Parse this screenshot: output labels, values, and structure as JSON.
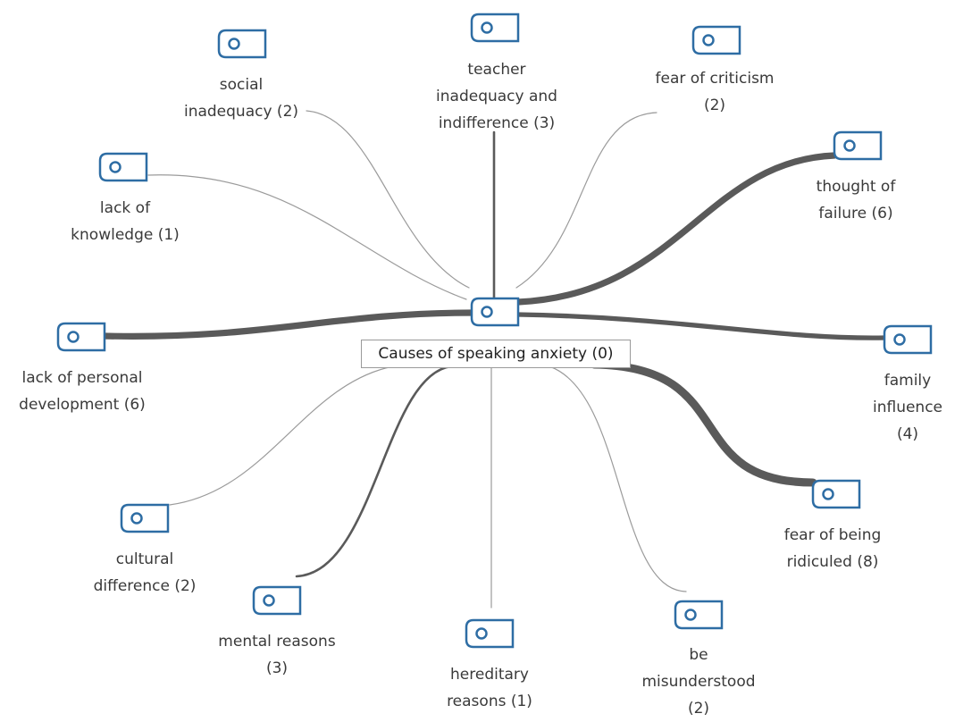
{
  "diagram": {
    "center": {
      "label": "Causes of speaking anxiety (0)",
      "icon": "code-node-icon"
    },
    "nodes": [
      {
        "id": "teacher",
        "label": "teacher\ninadequacy and\nindifference (3)",
        "weight": 3,
        "icon": "code-node-icon"
      },
      {
        "id": "social",
        "label": "social\ninadequacy (2)",
        "weight": 2,
        "icon": "code-node-icon"
      },
      {
        "id": "criticism",
        "label": "fear of criticism\n(2)",
        "weight": 2,
        "icon": "code-node-icon"
      },
      {
        "id": "knowledge",
        "label": "lack of\nknowledge (1)",
        "weight": 1,
        "icon": "code-node-icon"
      },
      {
        "id": "failure",
        "label": "thought of\nfailure (6)",
        "weight": 6,
        "icon": "code-node-icon"
      },
      {
        "id": "personal",
        "label": "lack of personal\ndevelopment (6)",
        "weight": 6,
        "icon": "code-node-icon"
      },
      {
        "id": "family",
        "label": "family influence\n(4)",
        "weight": 4,
        "icon": "code-node-icon"
      },
      {
        "id": "ridiculed",
        "label": "fear of being\nridiculed (8)",
        "weight": 8,
        "icon": "code-node-icon"
      },
      {
        "id": "cultural",
        "label": "cultural\ndifference (2)",
        "weight": 2,
        "icon": "code-node-icon"
      },
      {
        "id": "mental",
        "label": "mental reasons\n(3)",
        "weight": 3,
        "icon": "code-node-icon"
      },
      {
        "id": "hereditary",
        "label": "hereditary\nreasons (1)",
        "weight": 1,
        "icon": "code-node-icon"
      },
      {
        "id": "misunderstood",
        "label": "be\nmisunderstood\n(2)",
        "weight": 2,
        "icon": "code-node-icon"
      }
    ]
  },
  "colors": {
    "node_stroke": "#2e6da4",
    "node_fill": "#ffffff",
    "edge": "#5a5a5a",
    "edge_light": "#9b9b9b",
    "text": "#3a3a3a"
  }
}
